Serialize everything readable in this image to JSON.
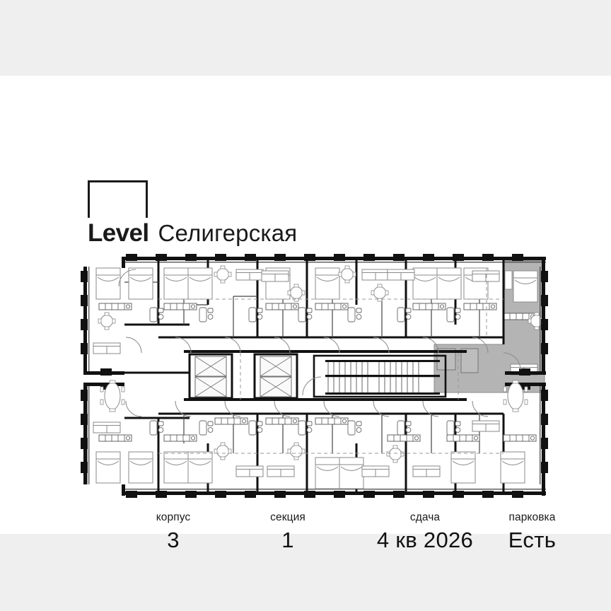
{
  "theme": {
    "page_bg": "#efefef",
    "card_bg": "#ffffff",
    "ink": "#1a1a1a",
    "wall": "#000000",
    "thin_line": "#555555",
    "highlight_fill": "#b4b4b4",
    "highlight_stroke": "#8c8c8c",
    "furniture_line": "#777777"
  },
  "brand": {
    "logo_mark": "open-square-bracket-logo",
    "level_text": "Level",
    "project_name": "Селигерская"
  },
  "stats": [
    {
      "label": "корпус",
      "value": "3"
    },
    {
      "label": "секция",
      "value": "1"
    },
    {
      "label": "сдача",
      "value": "4 кв 2026"
    },
    {
      "label": "парковка",
      "value": "Есть"
    }
  ],
  "floor_plan": {
    "title": "floor-plan-section-1",
    "description": "Typical floor plan, building 3, section 1",
    "highlighted_unit": {
      "position": "top-right-corner",
      "rooms": [
        "bedroom",
        "kitchen-living",
        "bathroom",
        "hallway",
        "wardrobe"
      ]
    },
    "core": {
      "elevators": 4,
      "staircase": "double-run-scissor-stair"
    },
    "apartments_top_row": 8,
    "apartments_bottom_row": 8
  }
}
